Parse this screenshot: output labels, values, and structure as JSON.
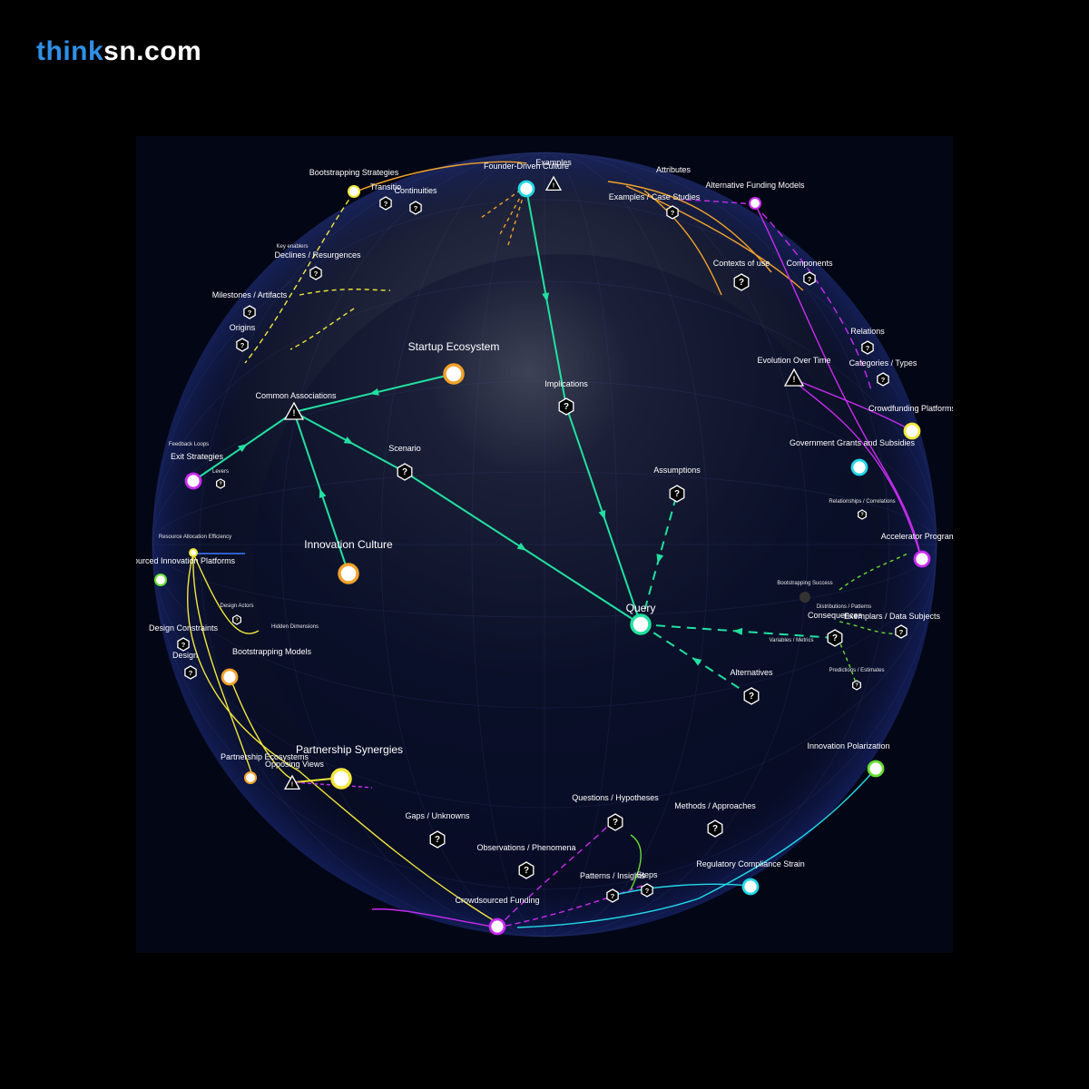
{
  "brand": {
    "part1": "think",
    "part2": "sn.com"
  },
  "graph": {
    "accent_colors": {
      "teal": "#22e0a0",
      "orange": "#f2a22a",
      "yellow": "#f2e63a",
      "purple": "#c82cf0",
      "cyan": "#22d8e8",
      "green": "#66dd33",
      "sphere_bg": "#070b26"
    },
    "nodes": [
      {
        "id": "query",
        "label": "Query",
        "kind": "ring",
        "color": "#22e0a0",
        "size": "lg"
      },
      {
        "id": "startup_ecosystem",
        "label": "Startup Ecosystem",
        "kind": "ring",
        "color": "#f2a22a",
        "size": "lg"
      },
      {
        "id": "innovation_culture",
        "label": "Innovation Culture",
        "kind": "ring",
        "color": "#f2a22a",
        "size": "lg"
      },
      {
        "id": "exit_strategies",
        "label": "Exit Strategies",
        "kind": "ring",
        "color": "#c82cf0",
        "size": "md"
      },
      {
        "id": "founder_driven_culture",
        "label": "Founder-Driven Culture",
        "kind": "ring",
        "color": "#22d8e8",
        "size": "md"
      },
      {
        "id": "bootstrapping_strategies",
        "label": "Bootstrapping Strategies",
        "kind": "ring",
        "color": "#f2e63a",
        "size": "sm"
      },
      {
        "id": "alternative_funding_models",
        "label": "Alternative Funding Models",
        "kind": "ring",
        "color": "#c82cf0",
        "size": "sm"
      },
      {
        "id": "crowdfunding_platforms",
        "label": "Crowdfunding Platforms",
        "kind": "ring",
        "color": "#f2e63a",
        "size": "md"
      },
      {
        "id": "government_grants",
        "label": "Government Grants and Subsidies",
        "kind": "ring",
        "color": "#22d8e8",
        "size": "md"
      },
      {
        "id": "accelerator_program",
        "label": "Accelerator Program",
        "kind": "ring",
        "color": "#c82cf0",
        "size": "md"
      },
      {
        "id": "bootstrapping_models",
        "label": "Bootstrapping Models",
        "kind": "ring",
        "color": "#f2a22a",
        "size": "md"
      },
      {
        "id": "partnership_synergies",
        "label": "Partnership Synergies",
        "kind": "ring",
        "color": "#f2e63a",
        "size": "lg"
      },
      {
        "id": "crowdsourced_funding",
        "label": "Crowdsourced Funding",
        "kind": "ring",
        "color": "#c82cf0",
        "size": "md"
      },
      {
        "id": "innovation_polarization",
        "label": "Innovation Polarization",
        "kind": "ring",
        "color": "#66dd33",
        "size": "md"
      },
      {
        "id": "regulatory_compliance",
        "label": "Regulatory Compliance Strain",
        "kind": "ring",
        "color": "#22d8e8",
        "size": "md"
      },
      {
        "id": "crowdsourced_innovation",
        "label": "ourced Innovation Platforms",
        "kind": "ring",
        "color": "#66dd33",
        "size": "sm"
      },
      {
        "id": "partnership_eco",
        "label": "Partnership Ecosystems",
        "kind": "ring",
        "color": "#f2a22a",
        "size": "sm"
      },
      {
        "id": "resource_alloc",
        "label": "Resource Allocation Efficiency",
        "kind": "ring",
        "color": "#f2e63a",
        "size": "xs"
      },
      {
        "id": "bootstrapping_success",
        "label": "Bootstrapping Success",
        "kind": "dot",
        "color": "#333333",
        "size": "xs"
      },
      {
        "id": "common_associations",
        "label": "Common Associations",
        "kind": "warn",
        "size": "md"
      },
      {
        "id": "evolution_over_time",
        "label": "Evolution Over Time",
        "kind": "warn",
        "size": "md"
      },
      {
        "id": "opposing_views",
        "label": "Opposing Views",
        "kind": "warn",
        "size": "sm"
      },
      {
        "id": "examples_top",
        "label": "Examples",
        "kind": "warn",
        "size": "sm"
      },
      {
        "id": "implications",
        "label": "Implications",
        "kind": "hex",
        "size": "md"
      },
      {
        "id": "assumptions",
        "label": "Assumptions",
        "kind": "hex",
        "size": "md"
      },
      {
        "id": "scenario",
        "label": "Scenario",
        "kind": "hex",
        "size": "md"
      },
      {
        "id": "alternatives",
        "label": "Alternatives",
        "kind": "hex",
        "size": "md"
      },
      {
        "id": "consequences",
        "label": "Consequences",
        "kind": "hex",
        "size": "md"
      },
      {
        "id": "questions_hypotheses",
        "label": "Questions / Hypotheses",
        "kind": "hex",
        "size": "md"
      },
      {
        "id": "methods_approaches",
        "label": "Methods / Approaches",
        "kind": "hex",
        "size": "md"
      },
      {
        "id": "gaps_unknowns",
        "label": "Gaps / Unknowns",
        "kind": "hex",
        "size": "md"
      },
      {
        "id": "observations",
        "label": "Observations / Phenomena",
        "kind": "hex",
        "size": "md"
      },
      {
        "id": "patterns_insights",
        "label": "Patterns / Insights",
        "kind": "hex",
        "size": "sm"
      },
      {
        "id": "steps",
        "label": "Steps",
        "kind": "hex",
        "size": "sm"
      },
      {
        "id": "contexts_of_use",
        "label": "Contexts of use",
        "kind": "hex",
        "size": "md"
      },
      {
        "id": "components",
        "label": "Components",
        "kind": "hex",
        "size": "sm"
      },
      {
        "id": "attributes",
        "label": "Attributes",
        "kind": "none",
        "size": "sm"
      },
      {
        "id": "examples_case",
        "label": "Examples / Case Studies",
        "kind": "hex",
        "size": "sm"
      },
      {
        "id": "continuities",
        "label": "Continuities",
        "kind": "hex",
        "size": "sm"
      },
      {
        "id": "transitions",
        "label": "Transitio",
        "kind": "hex",
        "size": "sm"
      },
      {
        "id": "declines",
        "label": "Declines / Resurgences",
        "kind": "hex",
        "size": "sm"
      },
      {
        "id": "key_enablers",
        "label": "Key enablers",
        "kind": "none",
        "size": "xs"
      },
      {
        "id": "milestones",
        "label": "Milestones / Artifacts",
        "kind": "hex",
        "size": "sm"
      },
      {
        "id": "origins",
        "label": "Origins",
        "kind": "hex",
        "size": "sm"
      },
      {
        "id": "relations",
        "label": "Relations",
        "kind": "hex",
        "size": "sm"
      },
      {
        "id": "categories_types",
        "label": "Categories / Types",
        "kind": "hex",
        "size": "sm"
      },
      {
        "id": "relationships_correlations",
        "label": "Relationships / Correlations",
        "kind": "hex",
        "size": "xs"
      },
      {
        "id": "distributions",
        "label": "Distributions / Patterns",
        "kind": "none",
        "size": "xs"
      },
      {
        "id": "exemplars",
        "label": "Exemplars / Data Subjects",
        "kind": "hex",
        "size": "sm"
      },
      {
        "id": "variables_metrics",
        "label": "Variables / Metrics",
        "kind": "none",
        "size": "xs"
      },
      {
        "id": "predictions",
        "label": "Predictions / Estimates",
        "kind": "hex",
        "size": "xs"
      },
      {
        "id": "feedback_loops",
        "label": "Feedback Loops",
        "kind": "none",
        "size": "xs"
      },
      {
        "id": "levers",
        "label": "Levers",
        "kind": "hex",
        "size": "xs"
      },
      {
        "id": "design_actors",
        "label": "Design Actors",
        "kind": "hex",
        "size": "xs"
      },
      {
        "id": "hidden_dimensions",
        "label": "Hidden Dimensions",
        "kind": "none",
        "size": "xs"
      },
      {
        "id": "design_constraints",
        "label": "Design Constraints",
        "kind": "hex",
        "size": "sm"
      },
      {
        "id": "design",
        "label": "Design",
        "kind": "hex",
        "size": "sm"
      }
    ],
    "edges": [
      {
        "from": "query",
        "to": "scenario",
        "style": "solid",
        "color": "#22e0a0"
      },
      {
        "from": "scenario",
        "to": "common_associations",
        "style": "solid",
        "color": "#22e0a0"
      },
      {
        "from": "common_associations",
        "to": "startup_ecosystem",
        "style": "solid",
        "color": "#22e0a0"
      },
      {
        "from": "common_associations",
        "to": "innovation_culture",
        "style": "solid",
        "color": "#22e0a0"
      },
      {
        "from": "common_associations",
        "to": "exit_strategies",
        "style": "solid",
        "color": "#22e0a0"
      },
      {
        "from": "query",
        "to": "implications",
        "style": "solid",
        "color": "#22e0a0"
      },
      {
        "from": "implications",
        "to": "founder_driven_culture",
        "style": "solid",
        "color": "#22e0a0"
      },
      {
        "from": "query",
        "to": "assumptions",
        "style": "dashed",
        "color": "#22e0a0"
      },
      {
        "from": "query",
        "to": "alternatives",
        "style": "dashed",
        "color": "#22e0a0"
      },
      {
        "from": "query",
        "to": "consequences",
        "style": "dashed",
        "color": "#22e0a0"
      }
    ]
  }
}
